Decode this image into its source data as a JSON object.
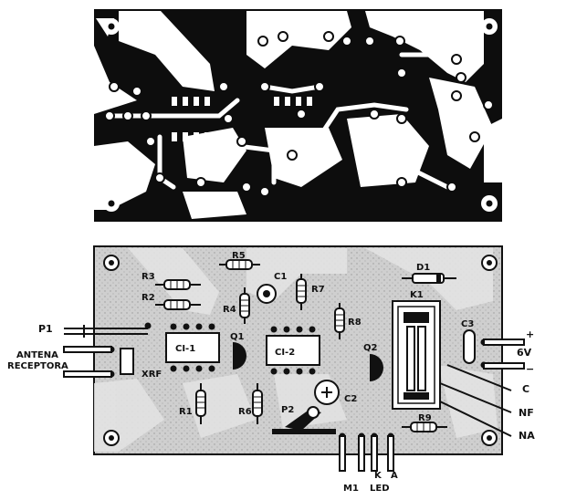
{
  "colors": {
    "ink": "#111111",
    "paper": "#ffffff",
    "board": "#c9c9c9",
    "trace": "#e6e6e6"
  },
  "pcb_top": {
    "name": "copper-side-layout"
  },
  "components": {
    "R5": "R5",
    "R3": "R3",
    "R2": "R2",
    "R4": "R4",
    "C1": "C1",
    "R7": "R7",
    "R8": "R8",
    "D1": "D1",
    "K1": "K1",
    "CI1": "CI-1",
    "CI2": "CI-2",
    "Q1": "Q1",
    "Q2": "Q2",
    "C2": "C2",
    "C3": "C3",
    "XRF": "XRF",
    "R1": "R1",
    "R6": "R6",
    "P2": "P2",
    "R9": "R9"
  },
  "external_labels": {
    "P1": "P1",
    "antenna_line1": "ANTENA",
    "antenna_line2": "RECEPTORA",
    "plus": "+",
    "minus": "−",
    "voltage": "6V",
    "C": "C",
    "NF": "NF",
    "NA": "NA",
    "M1": "M1",
    "K": "K",
    "A": "A",
    "LED": "LED"
  }
}
